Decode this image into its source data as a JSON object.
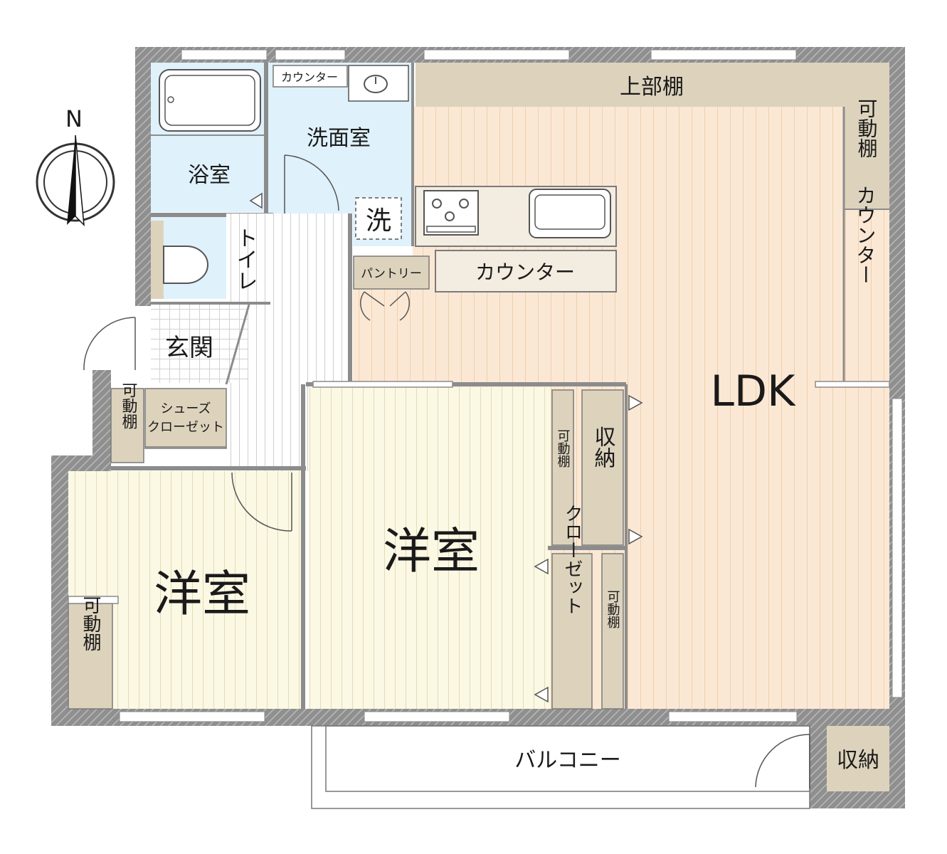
{
  "compass": {
    "north": "N"
  },
  "labels": {
    "upper_shelf": "上部棚",
    "counter_top": "カウンター",
    "washroom": "洗面室",
    "bathroom": "浴室",
    "toilet": "トイレ",
    "washer": "洗",
    "entrance": "玄関",
    "pantry": "パントリー",
    "kitchen_counter": "カウンター",
    "ldk": "LDK",
    "shoes_closet_1": "シューズ",
    "shoes_closet_2": "クローゼット",
    "movable_shelf": "可動棚",
    "storage": "収納",
    "closet": "クローゼット",
    "west_room": "洋室",
    "center_room": "洋室",
    "balcony": "バルコニー",
    "balcony_storage": "収納",
    "counter_right": "カウンター"
  },
  "colors": {
    "wall": "#8c8c8c",
    "wet_area": "#dff1fb",
    "ldk_floor": "#fbe9d6",
    "room_floor": "#fbf8e4",
    "storage": "#ddd3bd",
    "kitchen": "#f3ece0"
  }
}
